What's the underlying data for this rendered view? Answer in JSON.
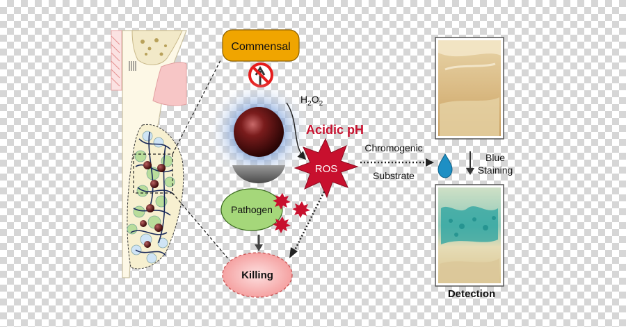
{
  "labels": {
    "commensal": "Commensal",
    "h2o2_main": "H",
    "h2o2_sub1": "2",
    "h2o2_mid": "O",
    "h2o2_sub2": "2",
    "acidic_ph": "Acidic pH",
    "ros": "ROS",
    "chromogenic": "Chromogenic",
    "substrate": "Substrate",
    "pathogen": "Pathogen",
    "killing": "Killing",
    "blue": "Blue",
    "staining": "Staining",
    "detection": "Detection"
  },
  "colors": {
    "commensal_fill": "#f0a500",
    "pathogen_fill": "#a5d77a",
    "killing_fill": "#f7b0b0",
    "ros_fill": "#c8102e",
    "acidic_text": "#c8102e",
    "nanoparticle": "#6b1414",
    "halo": "#5a86c9",
    "stain_blue": "#2aa3a0",
    "tooth_fill": "#f9f3dc",
    "gum_fill": "#f3c1c1"
  }
}
